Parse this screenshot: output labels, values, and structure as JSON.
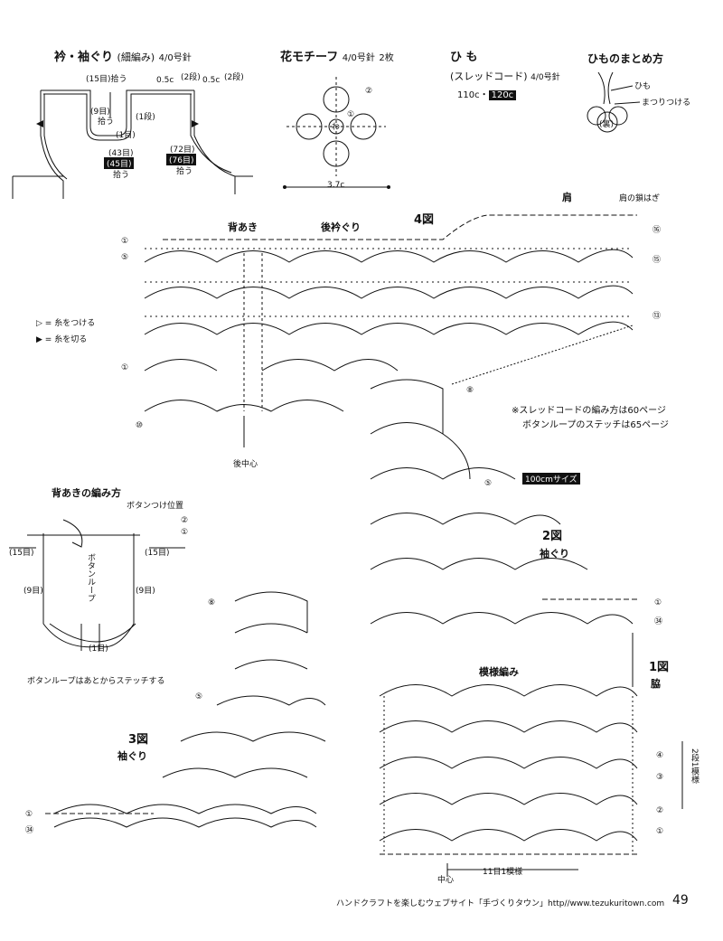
{
  "neck_armhole": {
    "title": "衿・袖ぐり",
    "subtitle": "(細編み)",
    "needle": "4/0号針",
    "l_15": "(15目)",
    "l_pick": "拾う",
    "l_05c_1": "0.5c",
    "l_2dan_1": "(2段)",
    "l_05c_2": "0.5c",
    "l_2dan_2": "(2段)",
    "l_9": "(9目)",
    "l_pick_v": "拾う",
    "l_1dan": "(1段)",
    "l_1me": "(1目)",
    "l_43": "(43目)",
    "l_45": "(45目)",
    "l_pick2": "拾う",
    "l_72": "(72目)",
    "l_76": "(76目)",
    "l_pick3": "拾う"
  },
  "flower": {
    "title": "花モチーフ",
    "needle": "4/0号針",
    "count": "2枚",
    "l_2": "②",
    "l_wa": "わ",
    "l_1": "①",
    "size": "3.7c"
  },
  "himo": {
    "title": "ひ も",
    "subtitle": "(スレッドコード)",
    "needle": "4/0号針",
    "len_a": "110c",
    "sep": "・",
    "len_b": "120c"
  },
  "himo_finish": {
    "title": "ひものまとめ方",
    "l_himo": "ひも",
    "l_matsuri": "まつりつける",
    "l_ura": "(裏)"
  },
  "legend": {
    "attach": "= 糸をつける",
    "cut": "= 糸を切る"
  },
  "fig4": {
    "title": "4図",
    "shoulder": "肩",
    "shoulder_seam": "肩の鎖はぎ",
    "back_open": "背あき",
    "back_neck": "後衿ぐり",
    "center_back": "後中心",
    "rows": [
      "①",
      "⑤",
      "①",
      "⑩",
      "⑯",
      "⑮",
      "⑬",
      "⑧"
    ]
  },
  "notes": {
    "line1": "※スレッドコードの編み方は60ページ",
    "line2": "ボタンループのステッチは65ページ",
    "size_badge": "100cmサイズ"
  },
  "fig2": {
    "title": "2図",
    "sub": "袖ぐり",
    "rows": [
      "⑤",
      "①",
      "㉞"
    ]
  },
  "back_opening": {
    "title": "背あきの編み方",
    "button_pos": "ボタンつけ位置",
    "l_15a": "(15目)",
    "l_15b": "(15目)",
    "l_9a": "(9目)",
    "l_9b": "(9目)",
    "l_loop": "ボタンループ",
    "l_1": "(1目)",
    "r2": "②",
    "r1": "①",
    "note": "ボタンループはあとからステッチする"
  },
  "fig3": {
    "title": "3図",
    "sub": "袖ぐり",
    "rows": [
      "⑧",
      "⑤",
      "①",
      "㉞"
    ]
  },
  "fig1": {
    "title": "1図",
    "sub": "脇",
    "pattern": "模様編み",
    "rows": [
      "④",
      "③",
      "②",
      "①"
    ],
    "repeat_note": "2段1模様",
    "center": "中心",
    "repeat": "11目1模様"
  },
  "footer": {
    "text": "ハンドクラフトを楽しむウェブサイト「手づくりタウン」http//www.tezukuritown.com",
    "page": "49"
  }
}
